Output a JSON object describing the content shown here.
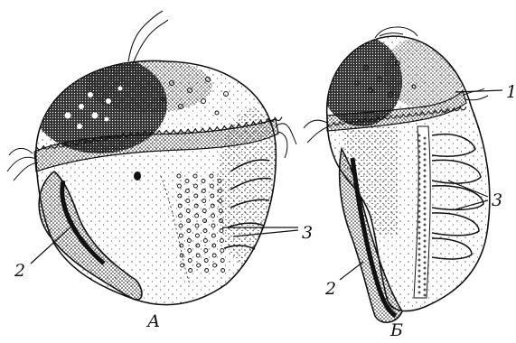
{
  "figure": {
    "panels": [
      {
        "id": "A",
        "caption": "А"
      },
      {
        "id": "B",
        "caption": "Б"
      }
    ],
    "labels": {
      "one": "1",
      "two_a": "2",
      "two_b": "2",
      "three_a": "3",
      "three_b": "3"
    },
    "colors": {
      "ink": "#111111",
      "paper": "#ffffff"
    }
  }
}
